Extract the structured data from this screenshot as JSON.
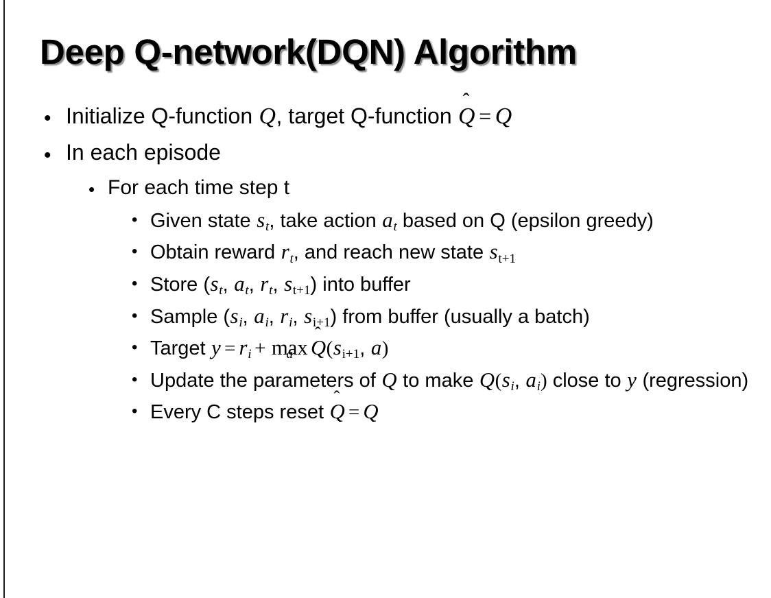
{
  "slide": {
    "title": "Deep Q-network(DQN) Algorithm",
    "bullet_glyph": "•",
    "background_color": "#ffffff",
    "text_color": "#000000",
    "edge_rule_color": "#1a1a1a"
  },
  "content": {
    "b1": {
      "level": 1,
      "plain_text": "Initialize Q-function Q, target Q-function Q̂ = Q",
      "seg_1": "Initialize Q-function ",
      "math_Q1": "Q",
      "seg_2": ", target Q-function ",
      "math_Qhat": "Q",
      "hat": "ˆ",
      "equals": "=",
      "math_Q2": "Q"
    },
    "b2": {
      "level": 1,
      "plain_text": "In each episode",
      "seg_1": "In each episode"
    },
    "b3": {
      "level": 2,
      "plain_text": "For each time step t",
      "seg_1": "For each time step t"
    },
    "b4": {
      "level": 3,
      "plain_text": "Given state s_t, take action a_t based on Q (epsilon greedy)",
      "seg_1": "Given state ",
      "math_s": "s",
      "sub_t1": "t",
      "seg_2": ", take action ",
      "math_a": "a",
      "sub_t2": "t",
      "seg_3": " based on Q (epsilon greedy)"
    },
    "b5": {
      "level": 3,
      "plain_text": "Obtain reward r_t, and reach new state s_{t+1}",
      "seg_1": "Obtain reward ",
      "math_r": "r",
      "sub_t1": "t",
      "seg_2": ", and reach new state ",
      "math_s": "s",
      "sub_t2": "t+1"
    },
    "b6": {
      "level": 3,
      "plain_text": "Store (s_t, a_t, r_t, s_{t+1}) into buffer",
      "seg_1": "Store (",
      "math_s1": "s",
      "sub_1": "t",
      "comma_1": ", ",
      "math_a": "a",
      "sub_2": "t",
      "comma_2": ", ",
      "math_r": "r",
      "sub_3": "t",
      "comma_3": ", ",
      "math_s2": "s",
      "sub_4": "t+1",
      "seg_2": ") into buffer"
    },
    "b7": {
      "level": 3,
      "plain_text": "Sample (s_i, a_i, r_i, s_{i+1}) from buffer (usually a batch)",
      "seg_1": "Sample (",
      "math_s1": "s",
      "sub_1": "i",
      "comma_1": ", ",
      "math_a": "a",
      "sub_2": "i",
      "comma_2": ", ",
      "math_r": "r",
      "sub_3": "i",
      "comma_3": ", ",
      "math_s2": "s",
      "sub_4": "i+1",
      "seg_2": ") from buffer (usually a batch)"
    },
    "b8": {
      "level": 3,
      "plain_text": "Target y = r_i + max_a Q̂(s_{i+1}, a)",
      "seg_1": "Target ",
      "math_y": "y",
      "equals": "=",
      "math_r": "r",
      "sub_i": "i",
      "plus": "+",
      "max_label": "max",
      "max_sub": "a",
      "math_Qhat": "Q",
      "hat": "ˆ",
      "paren_open": "(",
      "math_s": "s",
      "sub_i1": "i+1",
      "comma": ", ",
      "math_a": "a",
      "paren_close": ")"
    },
    "b9": {
      "level": 3,
      "plain_text": "Update the parameters of Q to make Q(s_i, a_i) close to y (regression)",
      "seg_1": "Update the parameters of ",
      "math_Q1": "Q",
      "seg_2": " to make ",
      "math_Q2": "Q",
      "paren_open": "(",
      "math_s": "s",
      "sub_1": "i",
      "comma": ", ",
      "math_a": "a",
      "sub_2": "i",
      "paren_close": ")",
      "seg_3": " close to ",
      "math_y": "y",
      "seg_4": " (regression)"
    },
    "b10": {
      "level": 3,
      "plain_text": "Every C steps reset Q̂ = Q",
      "seg_1": "Every C steps reset ",
      "math_Qhat": "Q",
      "hat": "ˆ",
      "equals": "=",
      "math_Q": "Q"
    }
  }
}
